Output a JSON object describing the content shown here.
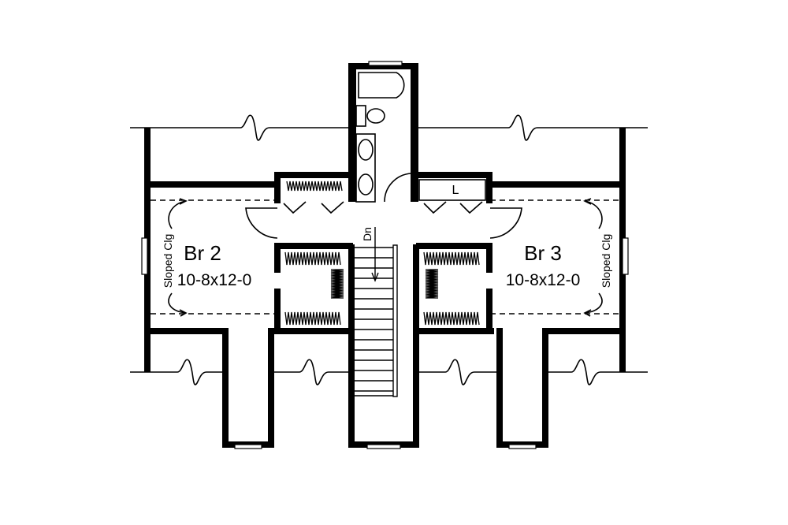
{
  "plan": {
    "rooms": [
      {
        "id": "br2",
        "name": "Br 2",
        "dimensions": "10-8x12-0",
        "ceiling_note": "Sloped Clg"
      },
      {
        "id": "br3",
        "name": "Br 3",
        "dimensions": "10-8x12-0",
        "ceiling_note": "Sloped Clg"
      }
    ],
    "linen_label": "L",
    "stair_label": "Dn",
    "colors": {
      "line": "#000000",
      "background": "#ffffff"
    }
  }
}
